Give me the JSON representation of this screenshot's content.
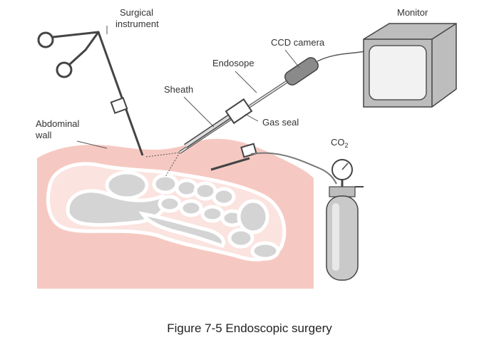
{
  "labels": {
    "surgical_instrument_line1": "Surgical",
    "surgical_instrument_line2": "instrument",
    "abdominal_wall_line1": "Abdominal",
    "abdominal_wall_line2": "wall",
    "sheath": "Sheath",
    "endoscope": "Endosope",
    "ccd_camera": "CCD camera",
    "gas_seal": "Gas seal",
    "monitor": "Monitor",
    "co2": "CO",
    "co2_subscript": "2"
  },
  "caption": "Figure 7-5 Endoscopic surgery",
  "colors": {
    "tissue": "#f5c9c2",
    "organs": "#d4d4d4",
    "line": "#444444",
    "equipment": "#cfcfcf",
    "monitor_screen": "#f2f2f2"
  },
  "icons": [
    "surgical-instrument-icon",
    "endoscope-icon",
    "ccd-camera-icon",
    "monitor-icon",
    "co2-cylinder-icon",
    "pressure-gauge-icon"
  ]
}
